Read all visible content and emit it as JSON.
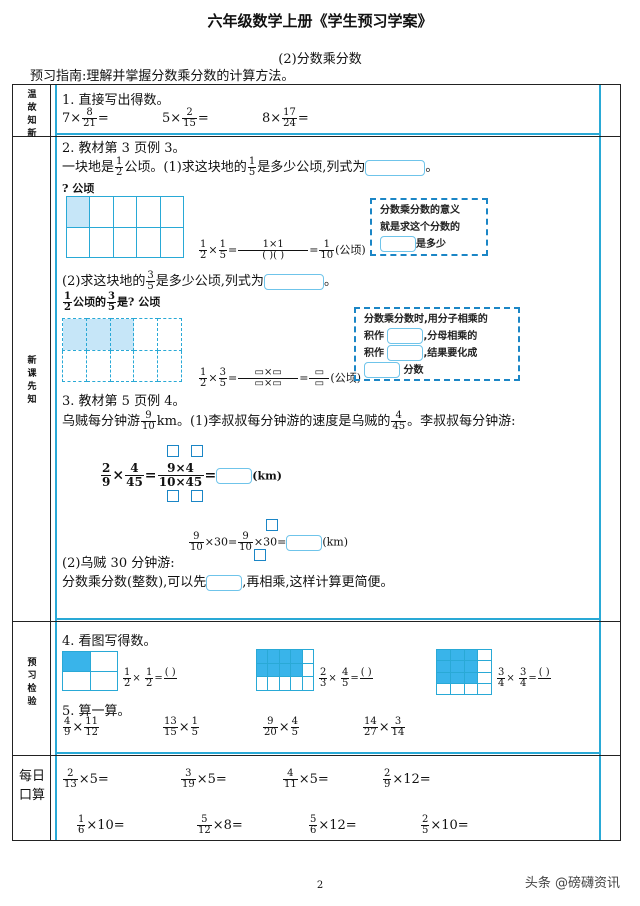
{
  "header": {
    "title": "六年级数学上册《学生预习学案》",
    "subtitle": "(2)分数乘分数",
    "guide": "预习指南:理解并掌握分数乘分数的计算方法。"
  },
  "sections": {
    "review": "温故知新",
    "new": "新课先知",
    "check": "预习检验",
    "daily": "每日口算"
  },
  "q1": {
    "heading": "1. 直接写出得数。",
    "items": [
      {
        "a": "7",
        "n": "8",
        "d": "21"
      },
      {
        "a": "5",
        "n": "2",
        "d": "15"
      },
      {
        "a": "8",
        "n": "17",
        "d": "24"
      }
    ]
  },
  "q2": {
    "heading": "2. 教材第 3 页例 3。",
    "line1a": "一块地是",
    "line1b": "公顷。(1)求这块地的",
    "line1c": "是多少公顷,列式为",
    "line1d": "。",
    "gridlabel1": "? 公顷",
    "calc1": "= 1×1 /( )( ) =",
    "unit": "(公顷)",
    "box1": [
      "分数乘分数的意义",
      "就是求这个分数的",
      "是多少"
    ],
    "line2a": "(2)求这块地的",
    "line2b": "是多少公顷,列式为",
    "line2c": "。",
    "gridlabel2a": "公顷的",
    "gridlabel2b": "是? 公顷",
    "box2": [
      "分数乘分数时,用分子相乘的",
      "积作",
      ",分母相乘的",
      "积作",
      ",结果要化成",
      "分数"
    ]
  },
  "q3": {
    "heading": "3. 教材第 5 页例 4。",
    "line1a": "乌贼每分钟游",
    "line1b": "km。(1)李叔叔每分钟游的速度是乌贼的",
    "line1c": "。李叔叔每分钟游:",
    "calc_unit": "(km)",
    "calc2": "×30=",
    "line2": "(2)乌贼 30 分钟游:",
    "line3a": "分数乘分数(整数),可以先",
    "line3b": ",再相乘,这样计算更简便。"
  },
  "q4": {
    "heading": "4. 看图写得数。"
  },
  "q5": {
    "heading": "5. 算一算。",
    "items": [
      [
        "4",
        "9",
        "11",
        "12"
      ],
      [
        "13",
        "15",
        "1",
        "5"
      ],
      [
        "9",
        "20",
        "4",
        "5"
      ],
      [
        "14",
        "27",
        "3",
        "14"
      ]
    ]
  },
  "daily": {
    "row1": [
      {
        "n": "2",
        "d": "13",
        "b": "5"
      },
      {
        "n": "3",
        "d": "19",
        "b": "5"
      },
      {
        "n": "4",
        "d": "11",
        "b": "5"
      },
      {
        "n": "2",
        "d": "9",
        "b": "12"
      }
    ],
    "row2": [
      {
        "n": "1",
        "d": "6",
        "b": "10"
      },
      {
        "n": "5",
        "d": "12",
        "b": "8"
      },
      {
        "n": "5",
        "d": "6",
        "b": "12"
      },
      {
        "n": "2",
        "d": "5",
        "b": "10"
      }
    ]
  },
  "footer": {
    "page": "2",
    "watermark": "头条 @磅礴资讯"
  },
  "colors": {
    "accent": "#29a9d6",
    "fill": "#c6e6f8",
    "fill_dark": "#39b4ea"
  }
}
